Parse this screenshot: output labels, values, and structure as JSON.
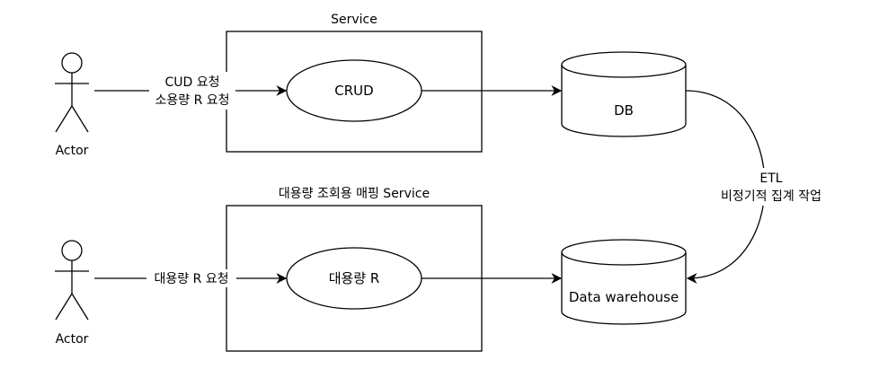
{
  "top": {
    "actor_label": "Actor",
    "edge_label_line1": "CUD 요청",
    "edge_label_line2": "소용량 R 요청",
    "service_title": "Service",
    "usecase_label": "CRUD"
  },
  "bottom": {
    "actor_label": "Actor",
    "edge_label": "대용량 R 요청",
    "service_title": "대용량 조회용 매핑 Service",
    "usecase_label": "대용량 R"
  },
  "db": {
    "label": "DB"
  },
  "warehouse": {
    "label": "Data warehouse"
  },
  "etl": {
    "line1": "ETL",
    "line2": "비정기적 집계 작업"
  },
  "colors": {
    "stroke": "#000000",
    "fill": "#ffffff"
  }
}
